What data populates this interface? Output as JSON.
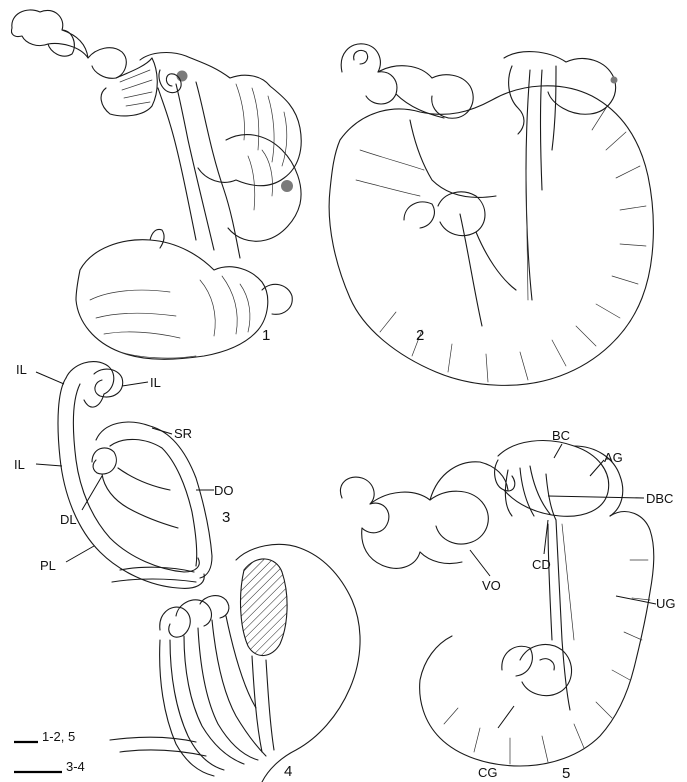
{
  "panels": {
    "p1": "1",
    "p2": "2",
    "p3": "3",
    "p4": "4",
    "p5": "5"
  },
  "panel3_labels": {
    "il_top_left": "IL",
    "il_top_right": "IL",
    "il_mid": "IL",
    "sr": "SR",
    "do": "DO",
    "dl": "DL",
    "pl": "PL"
  },
  "panel5_labels": {
    "bc": "BC",
    "ag": "AG",
    "dbc": "DBC",
    "vo": "VO",
    "cd": "CD",
    "ug": "UG",
    "cg": "CG"
  },
  "scale_bars": {
    "bar1_label": "1-2, 5",
    "bar2_label": "3-4"
  },
  "colors": {
    "ink": "#1a1a1a",
    "background": "#ffffff"
  }
}
